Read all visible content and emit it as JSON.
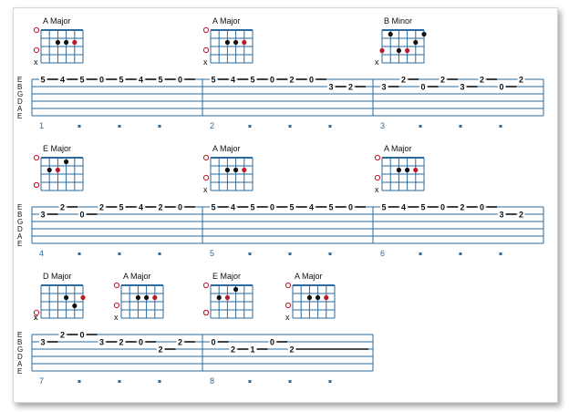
{
  "colors": {
    "staff": "#2b6a9e",
    "chord_grid": "#2b6a9e",
    "dot_black": "#111111",
    "dot_red": "#c0182a",
    "open_circle": "#c0182a",
    "fret_text": "#111111",
    "measure_number": "#2b6a9e",
    "beat_marker": "#2b6a9e"
  },
  "string_labels": [
    "E",
    "B",
    "G",
    "D",
    "A",
    "E"
  ],
  "systems": [
    {
      "chords": [
        {
          "name": "A Major",
          "icon": "a-major-chord-diagram"
        },
        {
          "name": "A Major",
          "icon": "a-major-chord-diagram"
        },
        {
          "name": "B Minor",
          "icon": "b-minor-chord-diagram"
        }
      ],
      "measures": [
        {
          "number": "1",
          "notes": [
            {
              "string": 1,
              "fret": "5"
            },
            {
              "string": 1,
              "fret": "4"
            },
            {
              "string": 1,
              "fret": "5"
            },
            {
              "string": 1,
              "fret": "0"
            },
            {
              "string": 1,
              "fret": "5"
            },
            {
              "string": 1,
              "fret": "4"
            },
            {
              "string": 1,
              "fret": "5"
            },
            {
              "string": 1,
              "fret": "0"
            }
          ]
        },
        {
          "number": "2",
          "notes": [
            {
              "string": 1,
              "fret": "5"
            },
            {
              "string": 1,
              "fret": "4"
            },
            {
              "string": 1,
              "fret": "5"
            },
            {
              "string": 1,
              "fret": "0"
            },
            {
              "string": 1,
              "fret": "2"
            },
            {
              "string": 1,
              "fret": "0"
            },
            {
              "string": 2,
              "fret": "3"
            },
            {
              "string": 2,
              "fret": "2"
            }
          ]
        },
        {
          "number": "3",
          "notes": [
            {
              "string": 2,
              "fret": "3"
            },
            {
              "string": 1,
              "fret": "2"
            },
            {
              "string": 2,
              "fret": "0"
            },
            {
              "string": 1,
              "fret": "2"
            },
            {
              "string": 2,
              "fret": "3"
            },
            {
              "string": 1,
              "fret": "2"
            },
            {
              "string": 2,
              "fret": "0"
            },
            {
              "string": 1,
              "fret": "2"
            }
          ]
        }
      ]
    },
    {
      "chords": [
        {
          "name": "E Major",
          "icon": "e-major-chord-diagram"
        },
        {
          "name": "A Major",
          "icon": "a-major-chord-diagram"
        },
        {
          "name": "A Major",
          "icon": "a-major-chord-diagram"
        }
      ],
      "measures": [
        {
          "number": "4",
          "notes": [
            {
              "string": 2,
              "fret": "3"
            },
            {
              "string": 1,
              "fret": "2"
            },
            {
              "string": 2,
              "fret": "0"
            },
            {
              "string": 1,
              "fret": "2"
            },
            {
              "string": 1,
              "fret": "5"
            },
            {
              "string": 1,
              "fret": "4"
            },
            {
              "string": 1,
              "fret": "2"
            },
            {
              "string": 1,
              "fret": "0"
            }
          ]
        },
        {
          "number": "5",
          "notes": [
            {
              "string": 1,
              "fret": "5"
            },
            {
              "string": 1,
              "fret": "4"
            },
            {
              "string": 1,
              "fret": "5"
            },
            {
              "string": 1,
              "fret": "0"
            },
            {
              "string": 1,
              "fret": "5"
            },
            {
              "string": 1,
              "fret": "4"
            },
            {
              "string": 1,
              "fret": "5"
            },
            {
              "string": 1,
              "fret": "0"
            }
          ]
        },
        {
          "number": "6",
          "notes": [
            {
              "string": 1,
              "fret": "5"
            },
            {
              "string": 1,
              "fret": "4"
            },
            {
              "string": 1,
              "fret": "5"
            },
            {
              "string": 1,
              "fret": "0"
            },
            {
              "string": 1,
              "fret": "2"
            },
            {
              "string": 1,
              "fret": "0"
            },
            {
              "string": 2,
              "fret": "3"
            },
            {
              "string": 2,
              "fret": "2"
            }
          ]
        }
      ]
    },
    {
      "chords": [
        {
          "name": "D Major",
          "icon": "d-major-chord-diagram"
        },
        {
          "name": "A Major",
          "icon": "a-major-chord-diagram"
        },
        {
          "name": "E Major",
          "icon": "e-major-chord-diagram"
        },
        {
          "name": "A Major",
          "icon": "a-major-chord-diagram"
        }
      ],
      "measures": [
        {
          "number": "7",
          "notes": [
            {
              "string": 2,
              "fret": "3"
            },
            {
              "string": 1,
              "fret": "2"
            },
            {
              "string": 1,
              "fret": "0"
            },
            {
              "string": 2,
              "fret": "3"
            },
            {
              "string": 2,
              "fret": "2"
            },
            {
              "string": 2,
              "fret": "0"
            },
            {
              "string": 3,
              "fret": "2"
            },
            {
              "string": 2,
              "fret": "2"
            }
          ]
        },
        {
          "number": "8",
          "notes": [
            {
              "string": 2,
              "fret": "0"
            },
            {
              "string": 3,
              "fret": "2"
            },
            {
              "string": 3,
              "fret": "1"
            },
            {
              "string": 2,
              "fret": "0"
            },
            {
              "string": 3,
              "fret": "2"
            }
          ]
        }
      ]
    }
  ]
}
